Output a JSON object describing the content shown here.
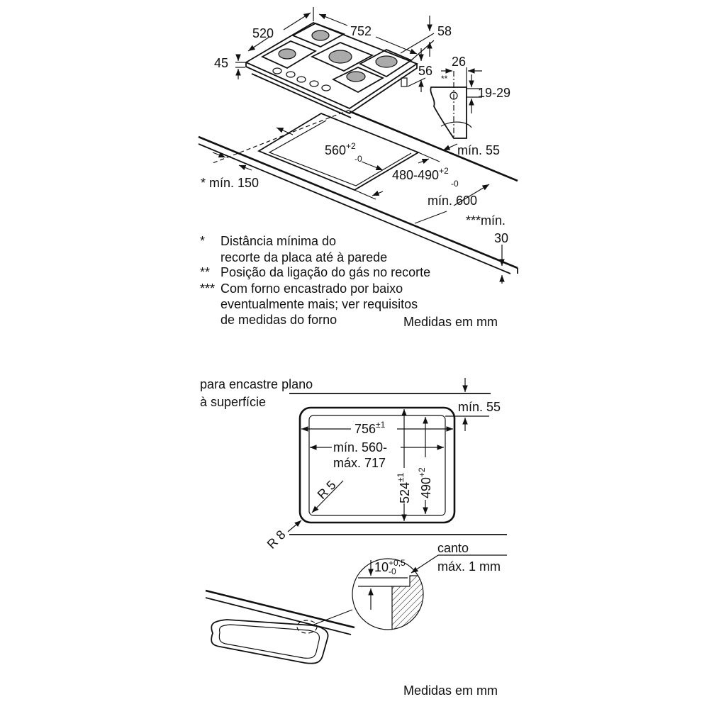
{
  "top_diagram": {
    "dims": {
      "width": "752",
      "depth": "520",
      "height": "45",
      "d58": "58",
      "d56": "56",
      "d26": "26",
      "gas_marker": "**",
      "d19_29": "19-29",
      "min55": "mín. 55",
      "cut_w": "560",
      "cut_w_tol_plus": "+2",
      "cut_w_tol_minus": "-0",
      "cut_d": "480-490",
      "cut_d_tol_plus": "+2",
      "cut_d_tol_minus": "-0",
      "min150_star": "*",
      "min150": "mín. 150",
      "min600": "mín. 600",
      "min30_label": "***mín.",
      "min30_value": "30"
    },
    "notes": [
      {
        "mark": "*",
        "lines": [
          "Distância mínima do",
          "recorte da placa até à parede"
        ]
      },
      {
        "mark": "**",
        "lines": [
          "Posição da ligação do gás no recorte"
        ]
      },
      {
        "mark": "***",
        "lines": [
          "Com forno encastrado por baixo",
          "eventualmente mais; ver requisitos",
          "de medidas do forno"
        ]
      }
    ],
    "units": "Medidas em mm"
  },
  "bottom_diagram": {
    "title_lines": [
      "para encastre plano",
      "à superfície"
    ],
    "min55": "mín. 55",
    "w756": "756",
    "w756_tol": "±1",
    "min560": "mín. 560-",
    "max717": "máx. 717",
    "r5": "R 5",
    "r8": "R 8",
    "h524": "524",
    "h524_tol": "±1",
    "h490": "490",
    "h490_tol": "+2",
    "canto": "canto",
    "canto_max": "máx. 1 mm",
    "depth10": "10",
    "depth10_tol_plus": "+0,5",
    "depth10_tol_minus": "-0",
    "units": "Medidas em mm"
  }
}
